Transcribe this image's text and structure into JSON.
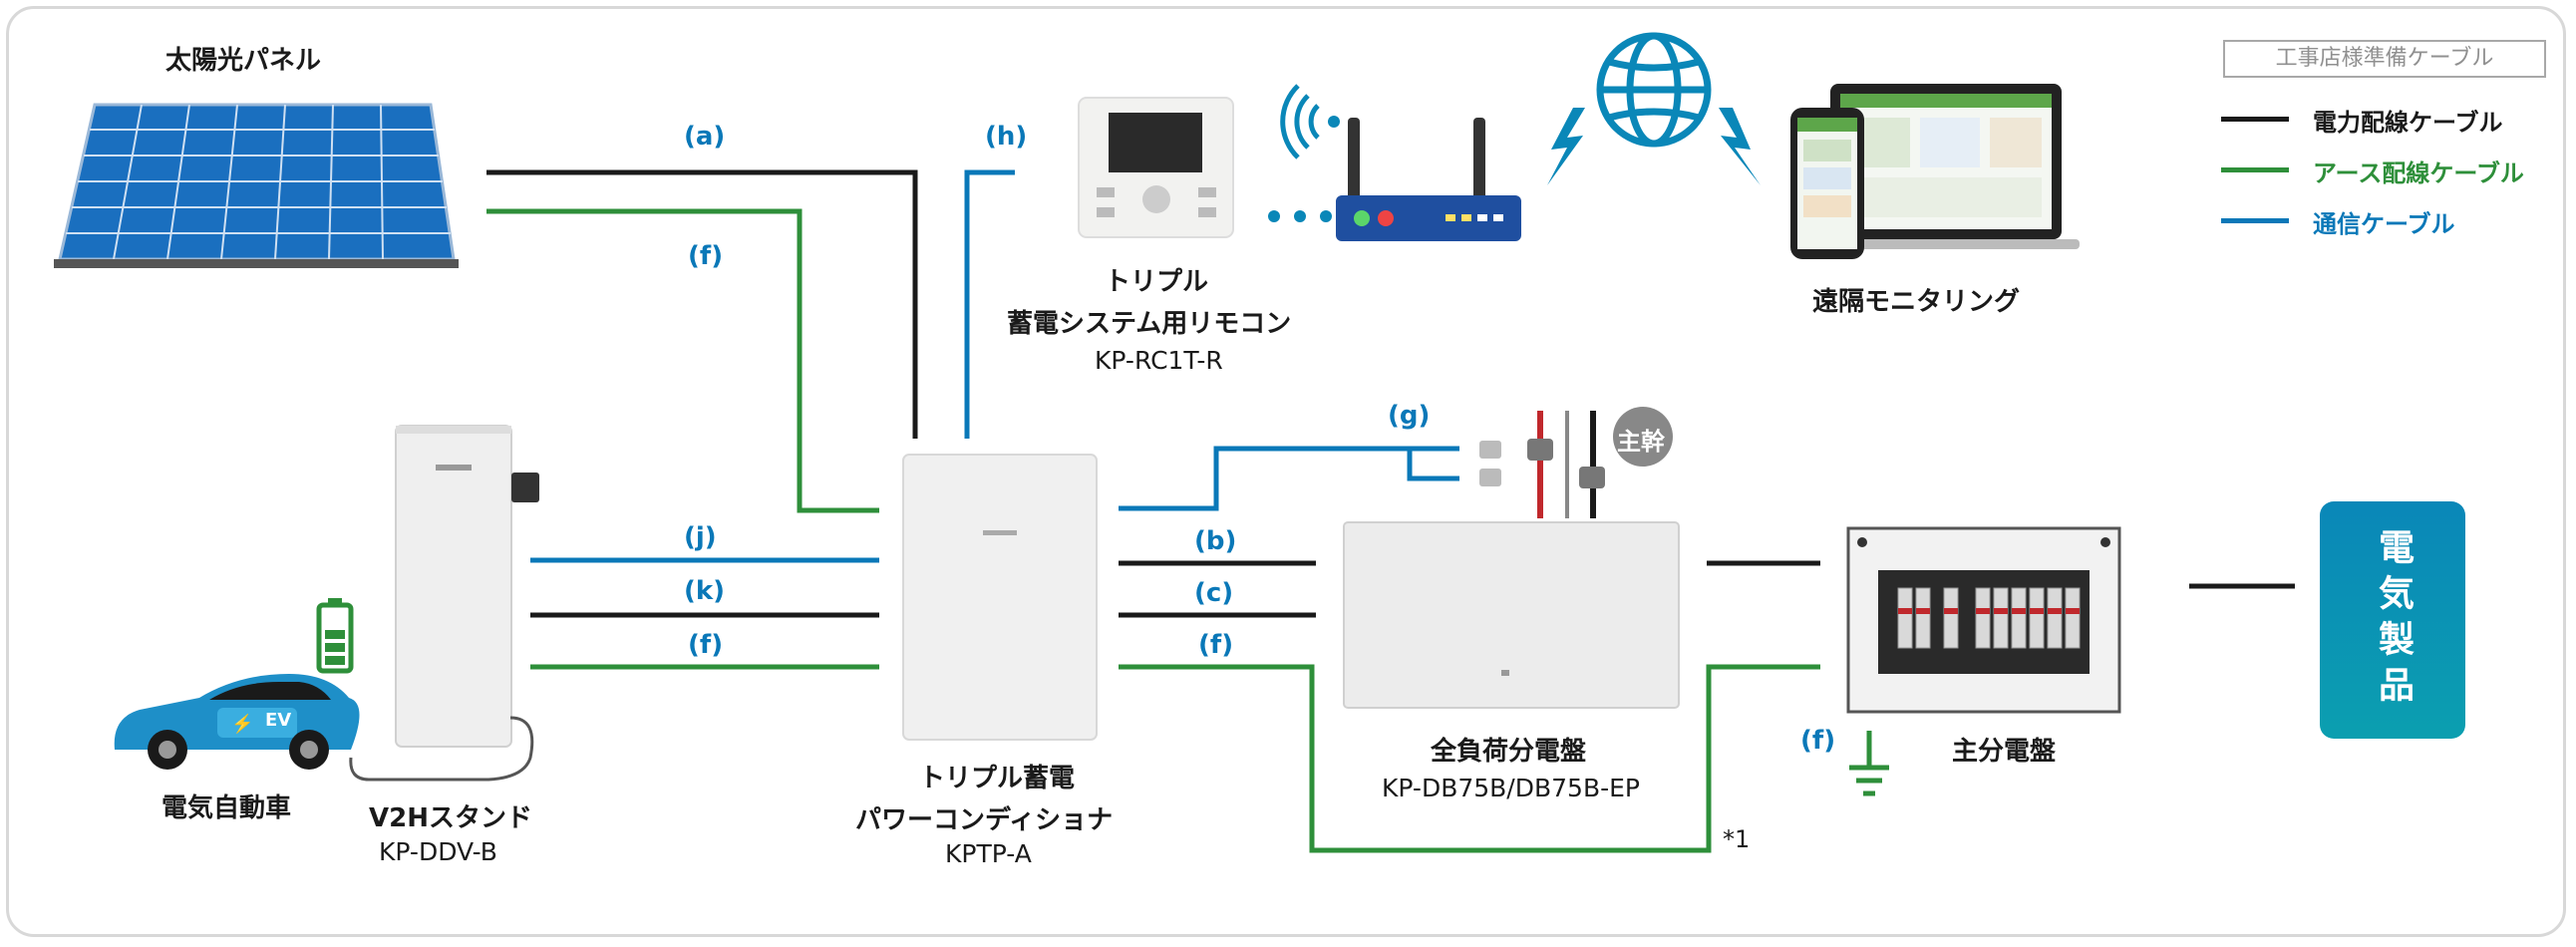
{
  "solar_panel": {
    "title": "太陽光パネル"
  },
  "remote": {
    "line1": "トリプル",
    "line2": "蓄電システム用リモコン",
    "model": "KP-RC1T-R"
  },
  "monitoring": {
    "title": "遠隔モニタリング"
  },
  "legend": {
    "header": "工事店様準備ケーブル",
    "items": [
      {
        "label": "電力配線ケーブル",
        "color": "#1a1a1a"
      },
      {
        "label": "アース配線ケーブル",
        "color": "#2e8f3a"
      },
      {
        "label": "通信ケーブル",
        "color": "#0a78b8"
      }
    ]
  },
  "v2h": {
    "title": "V2Hスタンド",
    "model": "KP-DDV-B"
  },
  "ev": {
    "title": "電気自動車",
    "badge": "EV"
  },
  "pcs": {
    "line1": "トリプル蓄電",
    "line2": "パワーコンディショナ",
    "model": "KPTP-A"
  },
  "distribution_board": {
    "title": "全負荷分電盤",
    "model": "KP-DB75B/DB75B-EP"
  },
  "main_board": {
    "title": "主分電盤"
  },
  "main_trunk": {
    "label": "主幹"
  },
  "appliances": {
    "label": "電気製品"
  },
  "note": {
    "label": "*1"
  },
  "cable_tags": {
    "a": "(a)",
    "b": "(b)",
    "c": "(c)",
    "f": "(f)",
    "g": "(g)",
    "h": "(h)",
    "j": "(j)",
    "k": "(k)"
  },
  "colors": {
    "power": "#1a1a1a",
    "earth": "#2e8f3a",
    "comm": "#0a78b8",
    "accent": "#0a87b8"
  }
}
